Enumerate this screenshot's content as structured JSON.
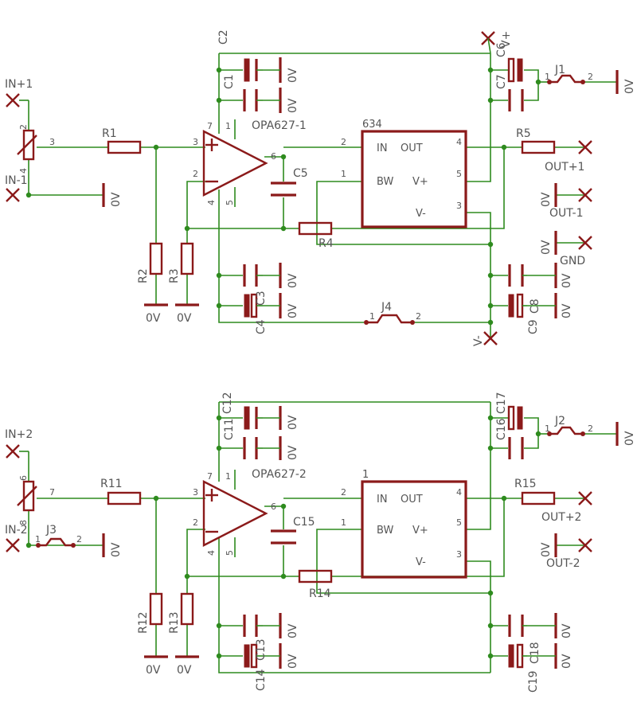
{
  "colors": {
    "wire": "#2e8b1e",
    "part": "#8b1a1a",
    "text": "#555555"
  },
  "labels": {
    "c2": "C2",
    "c1": "C1",
    "c6": "C6",
    "vplus": "V+",
    "zero_c2": "0V",
    "zero_c1": "0V",
    "c7": "C7",
    "j1": "J1",
    "j1_p1": "1",
    "j1_p2": "2",
    "zero_j1": "0V",
    "in_plus_1": "IN+1",
    "in_minus_1": "IN-1",
    "p1_pin2": "2",
    "p1_pin3": "3",
    "p1_pin4": "4",
    "r1": "R1",
    "zero_in1": "0V",
    "oa1_name": "OPA627-1",
    "oa1_p7": "7",
    "oa1_p1": "1",
    "oa1_p3": "3",
    "oa1_p2": "2",
    "oa1_p4": "4",
    "oa1_p5": "5",
    "oa1_p6": "6",
    "c5": "C5",
    "buf1_name": "634",
    "buf1_in": "IN",
    "buf1_out": "OUT",
    "buf1_bw": "BW",
    "buf1_vp": "V+",
    "buf1_vm": "V-",
    "buf1_p2": "2",
    "buf1_p1": "1",
    "buf1_p4": "4",
    "buf1_p5": "5",
    "buf1_p3": "3",
    "r5": "R5",
    "out_plus_1": "OUT+1",
    "zero_out1": "0V",
    "out_minus_1": "OUT-1",
    "zero_gnd": "0V",
    "gnd": "GND",
    "r4": "R4",
    "r2": "R2",
    "r3": "R3",
    "zero_r2": "0V",
    "zero_r3": "0V",
    "c3": "C3",
    "c4": "C4",
    "zero_c3": "0V",
    "zero_c4": "0V",
    "j4": "J4",
    "j4_p1": "1",
    "j4_p2": "2",
    "vminus": "V-",
    "c8": "C8",
    "c9": "C9",
    "zero_c8": "0V",
    "zero_c9": "0V",
    "c12": "C12",
    "c11": "C11",
    "zero_c12": "0V",
    "zero_c11": "0V",
    "c17": "C17",
    "c16": "C16",
    "j2": "J2",
    "j2_p1": "1",
    "j2_p2": "2",
    "zero_j2": "0V",
    "in_plus_2": "IN+2",
    "in_minus_2": "IN-2",
    "p2_pin6": "6",
    "p2_pin7": "7",
    "p2_pin8": "8",
    "j3": "J3",
    "j3_p1": "1",
    "j3_p2": "2",
    "zero_j3": "0V",
    "r11": "R11",
    "oa2_name": "OPA627-2",
    "oa2_p7": "7",
    "oa2_p1": "1",
    "oa2_p3": "3",
    "oa2_p2": "2",
    "oa2_p4": "4",
    "oa2_p5": "5",
    "oa2_p6": "6",
    "c15": "C15",
    "buf2_name": "1",
    "buf2_in": "IN",
    "buf2_out": "OUT",
    "buf2_bw": "BW",
    "buf2_vp": "V+",
    "buf2_vm": "V-",
    "buf2_p2": "2",
    "buf2_p1": "1",
    "buf2_p4": "4",
    "buf2_p5": "5",
    "buf2_p3": "3",
    "r15": "R15",
    "out_plus_2": "OUT+2",
    "zero_out2": "0V",
    "out_minus_2": "OUT-2",
    "r14": "R14",
    "r12": "R12",
    "r13": "R13",
    "zero_r12": "0V",
    "zero_r13": "0V",
    "c13": "C13",
    "c14": "C14",
    "zero_c13": "0V",
    "zero_c14": "0V",
    "c18": "C18",
    "c19": "C19",
    "zero_c18": "0V",
    "zero_c19": "0V"
  }
}
